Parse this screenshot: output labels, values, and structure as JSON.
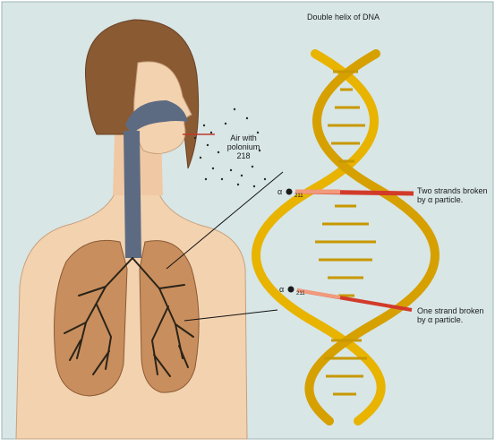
{
  "labels": {
    "dna_title": "Double helix of DNA",
    "air_line1": "Air with",
    "air_line2": "polonium",
    "air_line3": "218",
    "two_strands_line1": "Two strands broken",
    "two_strands_line2": "by α particle.",
    "one_strand_line1": "One strand broken",
    "one_strand_line2": "by α particle.",
    "alpha_upper": "α",
    "alpha_upper_sub": "211",
    "alpha_lower": "α",
    "alpha_lower_sub": "211"
  },
  "colors": {
    "background": "#d8e6e6",
    "skin": "#f3d2b0",
    "hair": "#8a5a33",
    "lung": "#c98e5e",
    "airway": "#5d6b82",
    "dna_strand": "#e8b400",
    "alpha_track": "#d23a2a"
  }
}
